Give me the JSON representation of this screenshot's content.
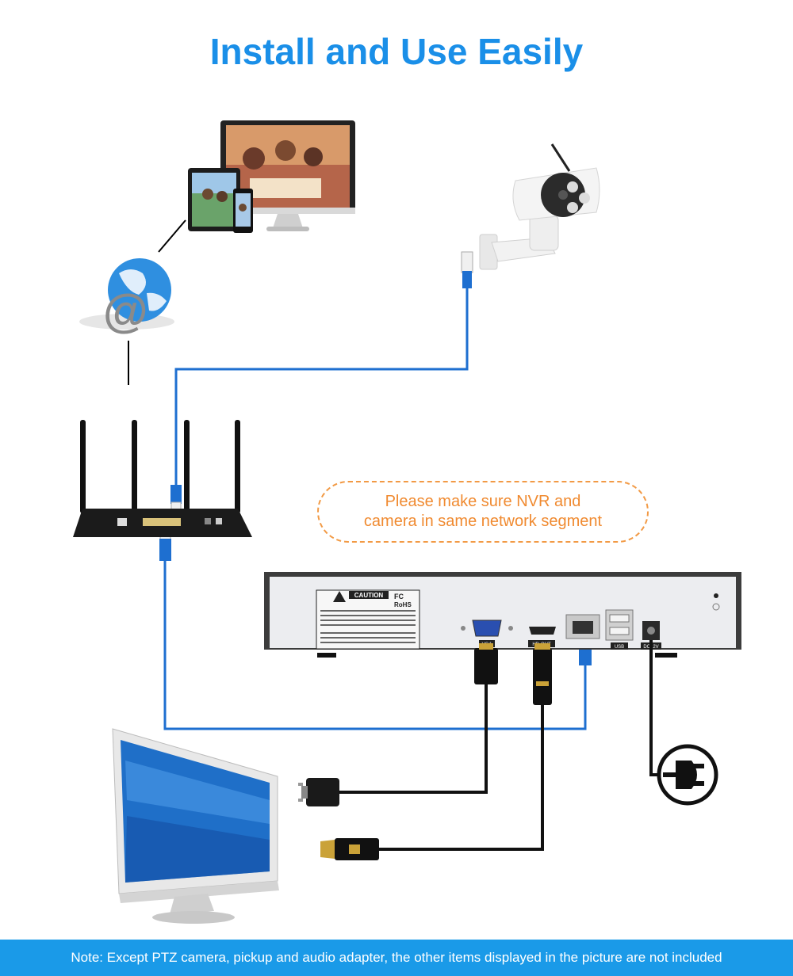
{
  "title": "Install and Use Easily",
  "notice": {
    "line1": "Please make sure NVR and",
    "line2": "camera in same network segment"
  },
  "nvr_labels": {
    "caution": "CAUTION",
    "fc": "FC",
    "rohs": "RoHS",
    "vga": "VGA",
    "hd_out": "HD-OUT",
    "usb": "USB",
    "dc": "DC12V"
  },
  "note": "Note: Except  PTZ camera, pickup and audio adapter, the other items displayed in the picture are not included",
  "colors": {
    "title_blue": "#1a8fe8",
    "cable_blue": "#1e6fd0",
    "notice_orange": "#f08a30",
    "note_bar": "#1a9ae8"
  }
}
